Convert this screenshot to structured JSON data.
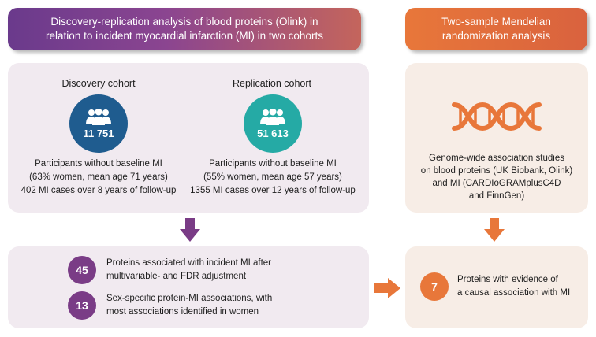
{
  "header": {
    "left_title": "Discovery-replication analysis of blood proteins (Olink) in relation to incident myocardial infarction (MI) in two cohorts",
    "right_title": "Two-sample Mendelian randomization analysis"
  },
  "cohorts": [
    {
      "title": "Discovery cohort",
      "count": "11 751",
      "line1": "Participants without baseline MI",
      "line2": "(63% women, mean age 71 years)",
      "line3": "402 MI cases over 8 years of follow-up",
      "color": "#1f5c8f"
    },
    {
      "title": "Replication cohort",
      "count": "51 613",
      "line1": "Participants without baseline MI",
      "line2": "(55% women, mean age 57 years)",
      "line3": "1355 MI cases over 12 years of follow-up",
      "color": "#25aaa5"
    }
  ],
  "results": [
    {
      "number": "45",
      "text1": "Proteins associated with incident MI after",
      "text2": "multivariable- and FDR adjustment"
    },
    {
      "number": "13",
      "text1": "Sex-specific protein-MI associations, with",
      "text2": "most associations identified in women"
    }
  ],
  "mr": {
    "gwas_line1": "Genome-wide association studies",
    "gwas_line2": "on blood proteins (UK Biobank, Olink)",
    "gwas_line3": "and MI (CARDIoGRAMplusC4D",
    "gwas_line4": "and FinnGen)",
    "result_number": "7",
    "result_text1": "Proteins with evidence of",
    "result_text2": "a causal association with MI"
  },
  "icons": {
    "people": "people-group-icon",
    "dna": "dna-icon",
    "arrow_down": "arrow-down-icon",
    "arrow_right": "arrow-right-icon"
  },
  "colors": {
    "purple": "#7a3c86",
    "orange": "#e8773a",
    "discovery_blue": "#1f5c8f",
    "replication_teal": "#25aaa5"
  }
}
